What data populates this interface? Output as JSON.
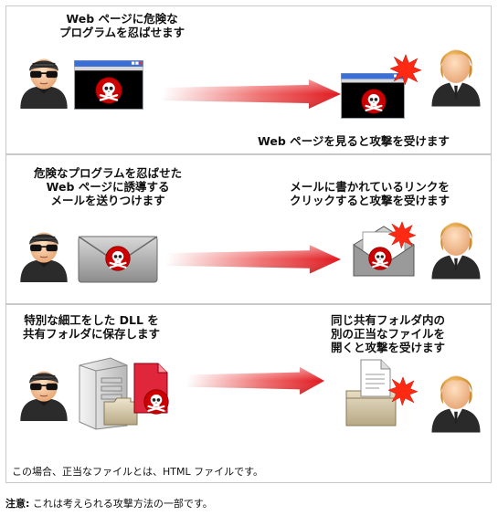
{
  "panels": [
    {
      "left_text": [
        "Web ページに危険な",
        "プログラムを忍ばせます"
      ],
      "right_text": [
        "Web ページを見ると攻撃を受けます"
      ]
    },
    {
      "left_text": [
        "危険なプログラムを忍ばせた",
        "Web ページに誘導する",
        "メールを送りつけます"
      ],
      "right_text": [
        "メールに書かれているリンクを",
        "クリックすると攻撃を受けます"
      ]
    },
    {
      "left_text": [
        "特別な細工をした DLL を",
        "共有フォルダに保存します"
      ],
      "right_text": [
        "同じ共有フォルダ内の",
        "別の正当なファイルを",
        "開くと攻撃を受けます"
      ],
      "note": "この場合、正当なファイルとは、HTML ファイルです。"
    }
  ],
  "footer": {
    "label": "注意:",
    "text": "これは考えられる攻撃方法の一部です。"
  },
  "icons": [
    "attacker-icon",
    "browser-window-icon",
    "skull-icon",
    "arrow-icon",
    "victim-icon",
    "burst-icon",
    "email-icon",
    "server-icon",
    "file-icon",
    "folder-icon"
  ],
  "colors": {
    "arrow": "#e8262b",
    "burst": "#ff2a14",
    "skull_bg": "#cc0000",
    "victim_hair": "#e09a2a",
    "victim_suit": "#2a2a2a"
  }
}
